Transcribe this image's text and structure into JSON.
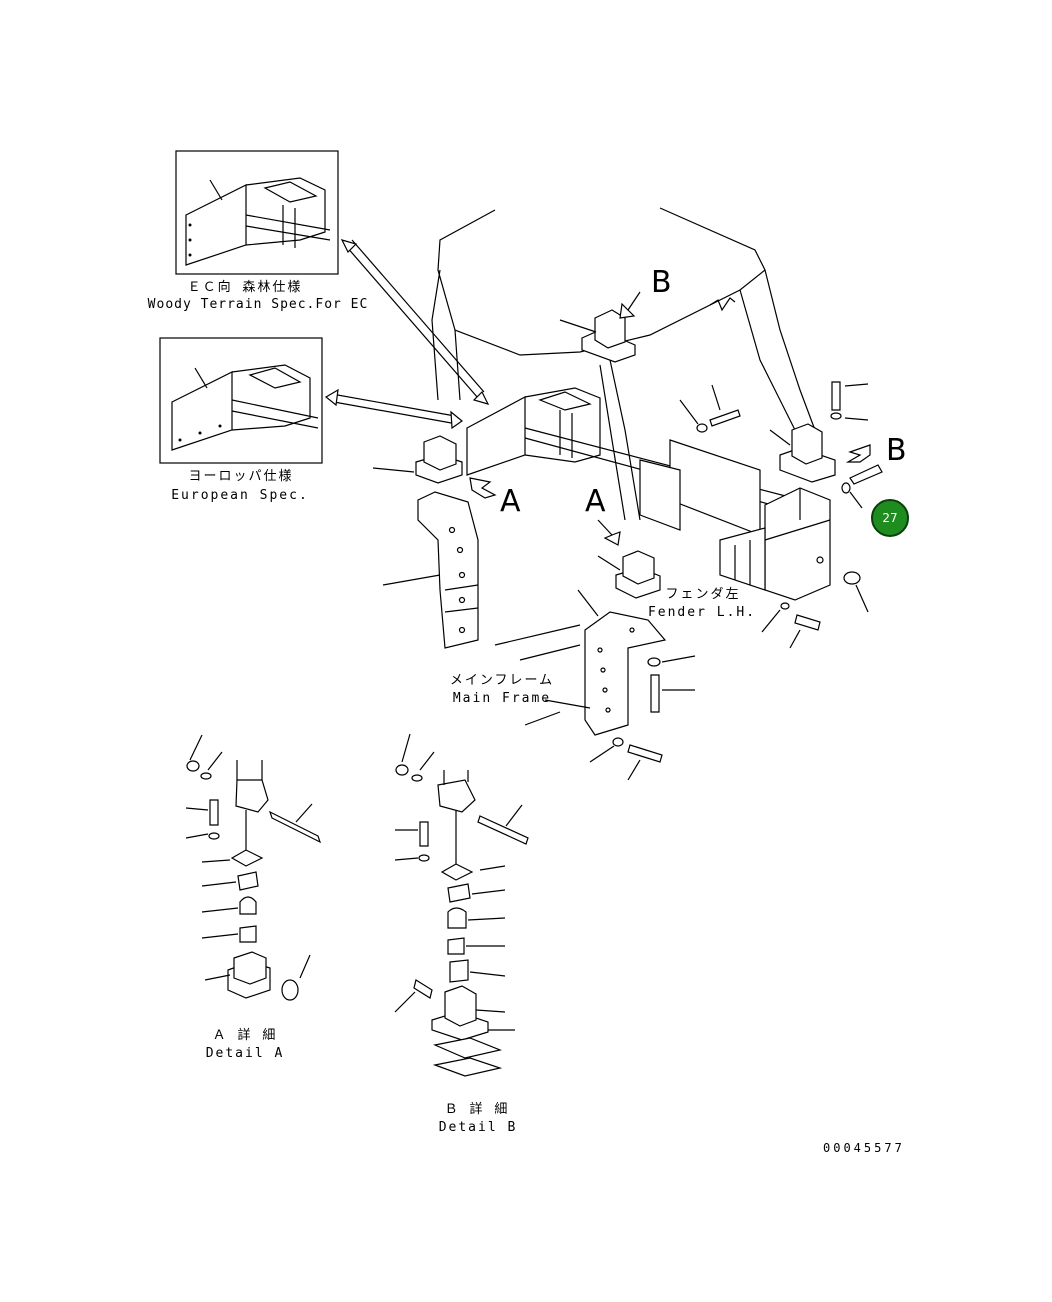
{
  "labels": {
    "ec_jp": "ＥＣ向 森林仕様",
    "ec_en": "Woody Terrain Spec.For EC",
    "eu_jp": "ヨーロッパ仕様",
    "eu_en": "European Spec.",
    "fender_jp": "フェンダ左",
    "fender_en": "Fender L.H.",
    "frame_jp": "メインフレーム",
    "frame_en": "Main Frame",
    "detail_a_jp": "Ａ 詳 細",
    "detail_a_en": "Detail A",
    "detail_b_jp": "Ｂ 詳 細",
    "detail_b_en": "Detail B",
    "view_a": "A",
    "view_b": "B"
  },
  "callout": {
    "number": "27",
    "color": "#1e8c1e"
  },
  "drawing_number": "00045577"
}
